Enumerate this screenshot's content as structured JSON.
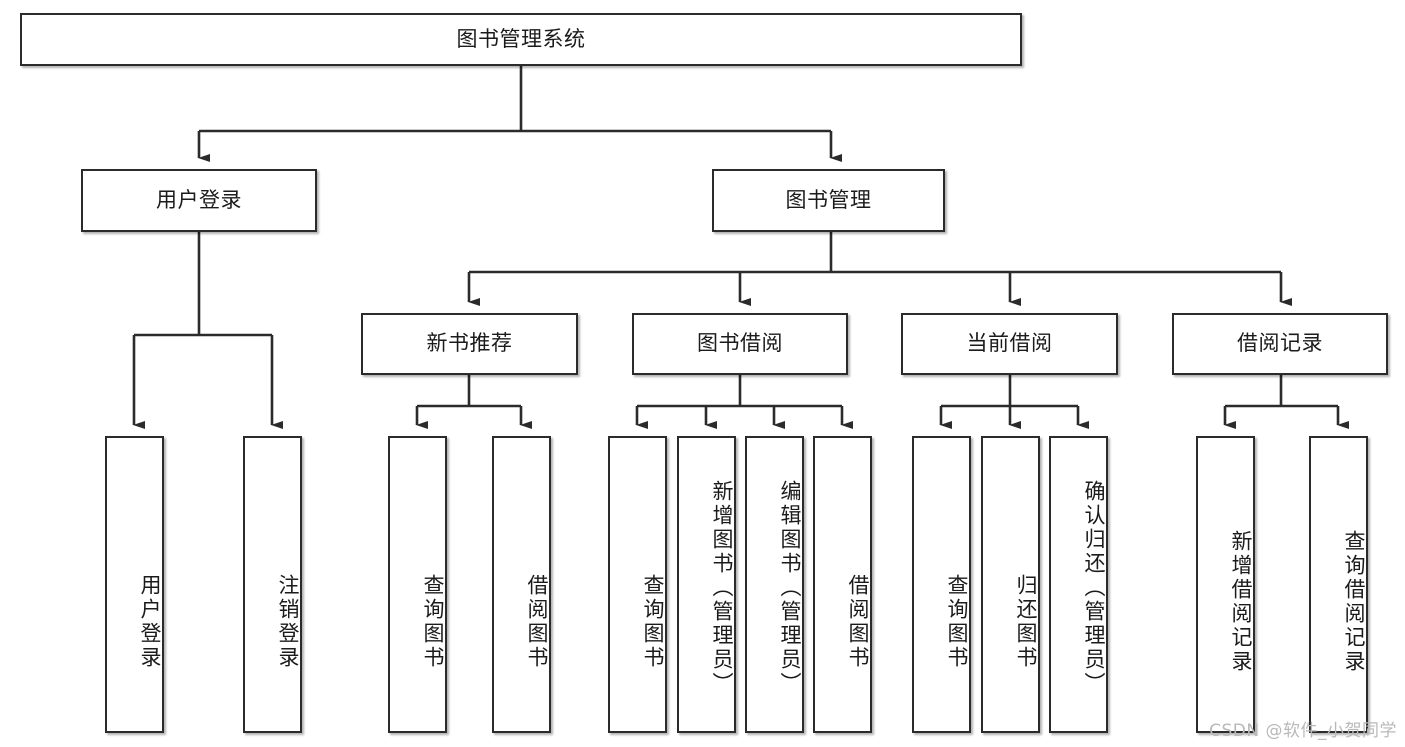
{
  "diagram": {
    "title": "图书管理系统",
    "type": "tree",
    "root": {
      "label": "图书管理系统"
    },
    "level1": [
      {
        "label": "用户登录"
      },
      {
        "label": "图书管理"
      }
    ],
    "level2": [
      {
        "label": "新书推荐"
      },
      {
        "label": "图书借阅"
      },
      {
        "label": "当前借阅"
      },
      {
        "label": "借阅记录"
      }
    ],
    "leaves": {
      "user_login": [
        {
          "label": "用户登录"
        },
        {
          "label": "注销登录"
        }
      ],
      "new_book_recommend": [
        {
          "label": "查询图书"
        },
        {
          "label": "借阅图书"
        }
      ],
      "book_borrow": [
        {
          "label": "查询图书"
        },
        {
          "label": "新增图书（管理员）"
        },
        {
          "label": "编辑图书（管理员）"
        },
        {
          "label": "借阅图书"
        }
      ],
      "current_borrow": [
        {
          "label": "查询图书"
        },
        {
          "label": "归还图书"
        },
        {
          "label": "确认归还（管理员）"
        }
      ],
      "borrow_record": [
        {
          "label": "新增借阅记录"
        },
        {
          "label": "查询借阅记录"
        }
      ]
    }
  },
  "watermark": {
    "text": "CSDN @软件_小贺同学"
  },
  "colors": {
    "stroke": "#2b2b2b",
    "fill": "#ffffff",
    "text": "#1b1b1b",
    "watermark": "#b9b9b9"
  }
}
